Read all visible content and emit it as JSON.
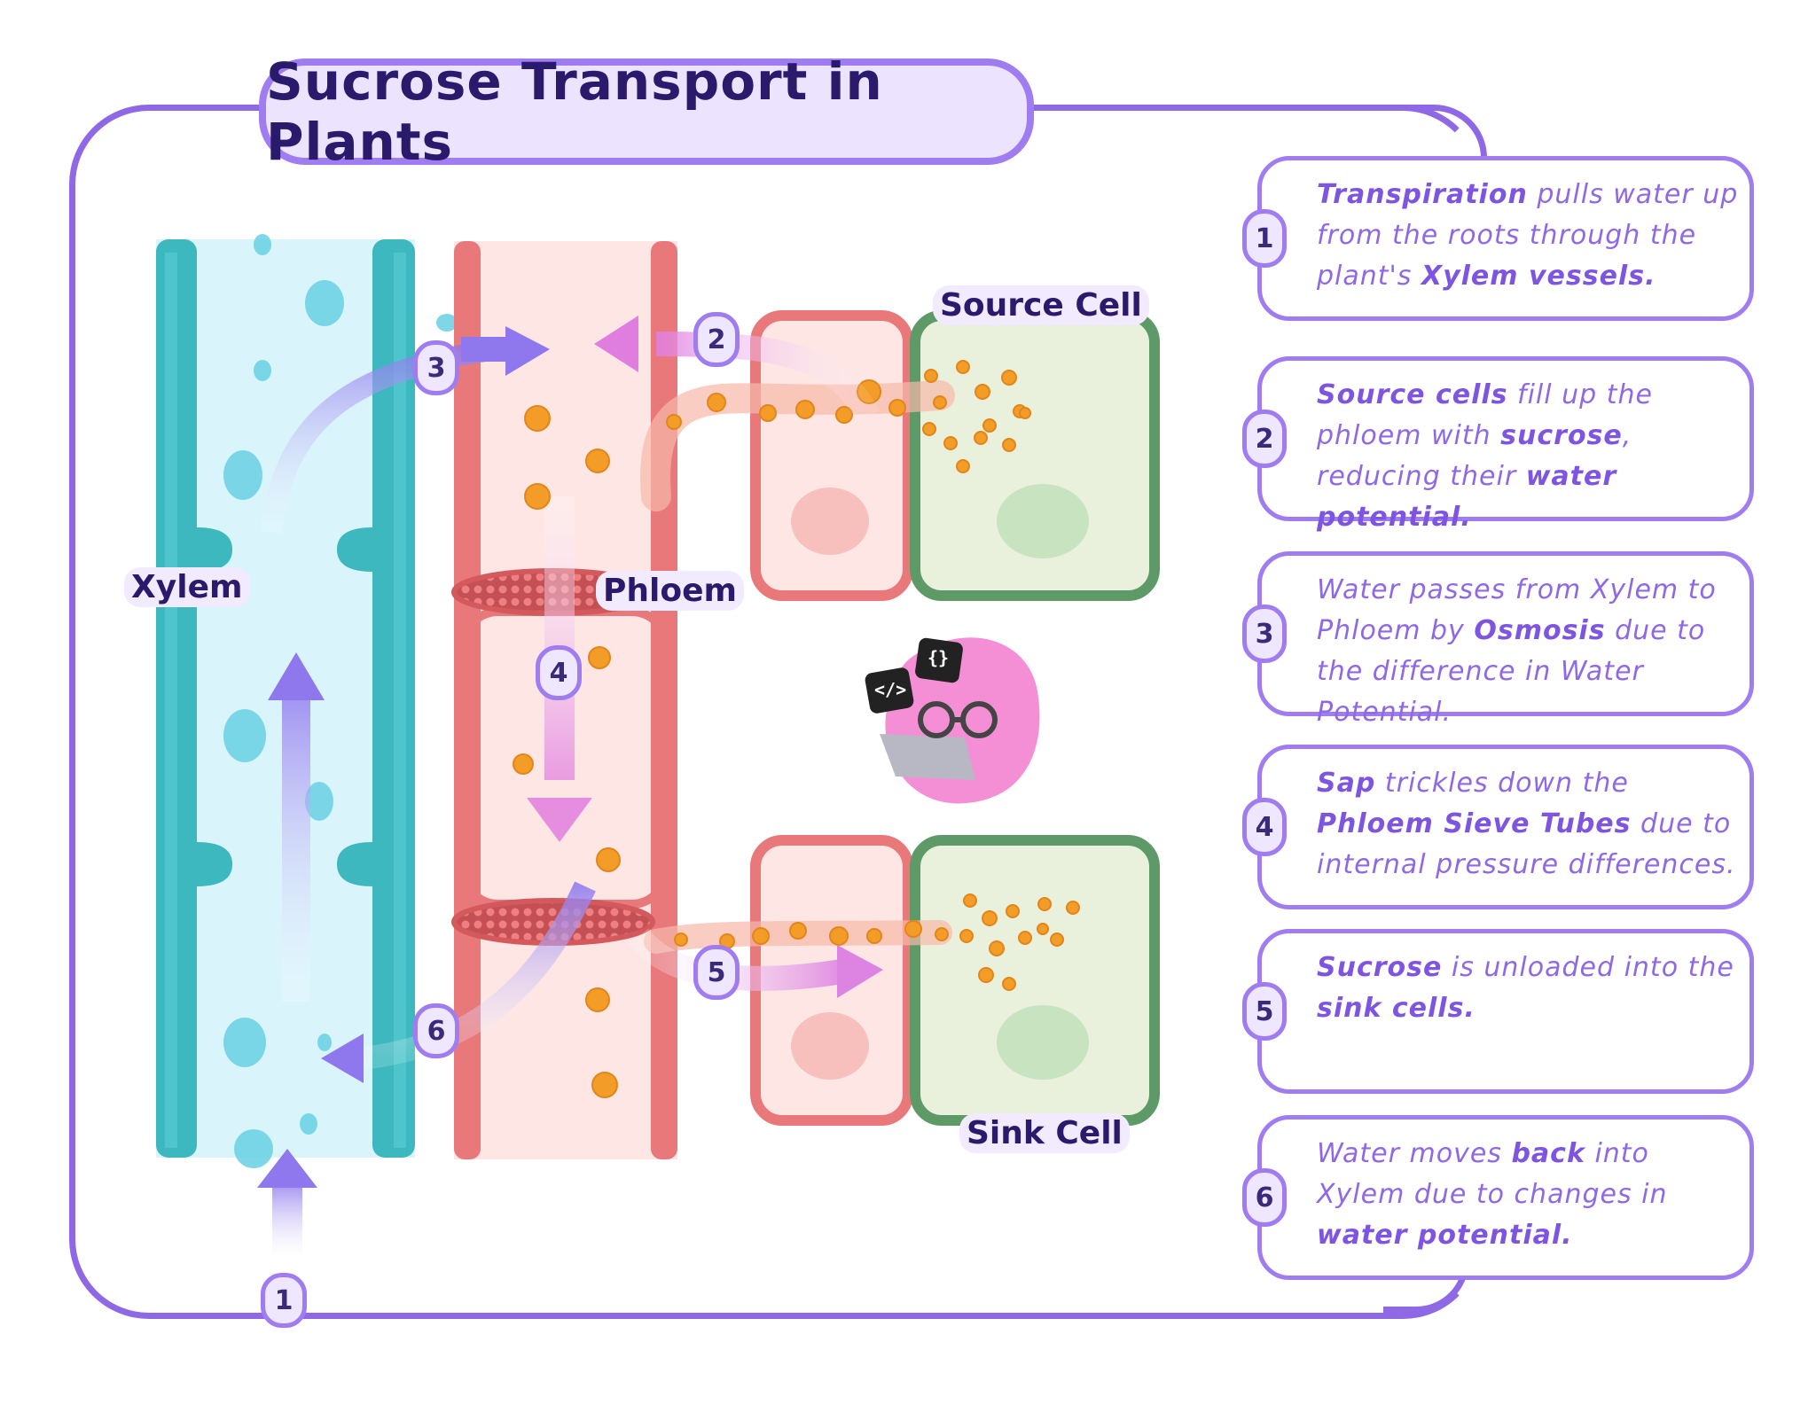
{
  "title": "Sucrose Transport in Plants",
  "labels": {
    "xylem": "Xylem",
    "phloem": "Phloem",
    "source_cell": "Source Cell",
    "sink_cell": "Sink Cell"
  },
  "badges": {
    "b1": "1",
    "b2": "2",
    "b3": "3",
    "b4": "4",
    "b5": "5",
    "b6": "6"
  },
  "mascot_icons": {
    "left": "</>",
    "right": "{}"
  },
  "steps": [
    {
      "num": "1",
      "parts": [
        {
          "t": "Transpiration",
          "b": true
        },
        {
          "t": " pulls water up from the roots through the plant's "
        },
        {
          "t": "Xylem vessels.",
          "b": true
        }
      ]
    },
    {
      "num": "2",
      "parts": [
        {
          "t": "Source cells",
          "b": true
        },
        {
          "t": " fill up the phloem with "
        },
        {
          "t": "sucrose",
          "b": true
        },
        {
          "t": ", reducing their "
        },
        {
          "t": "water potential.",
          "b": true
        }
      ]
    },
    {
      "num": "3",
      "parts": [
        {
          "t": "Water passes from Xylem to Phloem by "
        },
        {
          "t": "Osmosis",
          "b": true
        },
        {
          "t": " due to the difference in Water Potential."
        }
      ]
    },
    {
      "num": "4",
      "parts": [
        {
          "t": "Sap",
          "b": true
        },
        {
          "t": " trickles down the "
        },
        {
          "t": "Phloem Sieve Tubes",
          "b": true
        },
        {
          "t": " due to internal pressure differences."
        }
      ]
    },
    {
      "num": "5",
      "parts": [
        {
          "t": "Sucrose",
          "b": true
        },
        {
          "t": " is unloaded into the "
        },
        {
          "t": "sink cells.",
          "b": true
        }
      ]
    },
    {
      "num": "6",
      "parts": [
        {
          "t": "Water moves "
        },
        {
          "t": "back",
          "b": true
        },
        {
          "t": " into Xylem due to changes in "
        },
        {
          "t": "water potential.",
          "b": true
        }
      ]
    }
  ],
  "colors": {
    "accent": "#8f68e6",
    "xylem_wall": "#3cb8be",
    "xylem_fill": "#d9f5fb",
    "phloem_wall": "#e8787a",
    "phloem_fill": "#fde6e4",
    "source_sink_wall": "#5e9a68",
    "source_sink_fill": "#e9f1dd",
    "sucrose": "#f39c28",
    "arrow": "#8f78ee"
  }
}
